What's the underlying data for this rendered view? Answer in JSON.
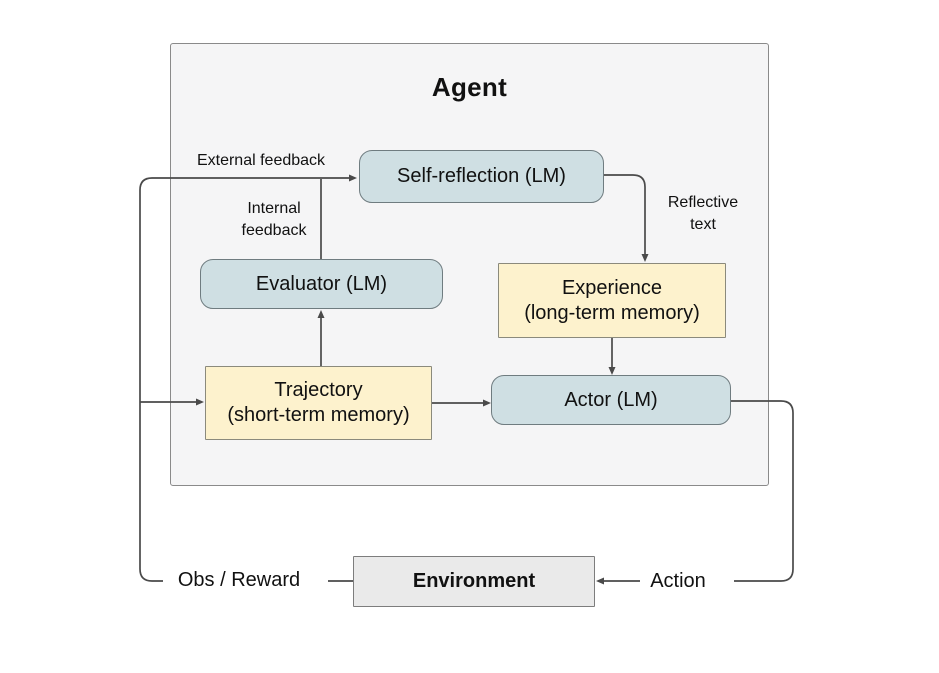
{
  "colors": {
    "background": "#ffffff",
    "agent_bg": "#f5f5f6",
    "agent_border": "#8a8a8a",
    "lm_box_fill": "#cfdfe3",
    "lm_box_border": "#6f7c80",
    "memory_box_fill": "#fdf2cd",
    "memory_box_border": "#8b8a7c",
    "environment_fill": "#eaeaea",
    "environment_border": "#7d7d7d",
    "line": "#4a4a4a",
    "text": "#111111"
  },
  "agent": {
    "title": "Agent"
  },
  "nodes": {
    "self_reflection": {
      "label": "Self-reflection (LM)"
    },
    "evaluator": {
      "label": "Evaluator (LM)"
    },
    "actor": {
      "label": "Actor (LM)"
    },
    "experience": {
      "line1": "Experience",
      "line2": "(long-term memory)"
    },
    "trajectory": {
      "line1": "Trajectory",
      "line2": "(short-term memory)"
    },
    "environment": {
      "label": "Environment"
    }
  },
  "edge_labels": {
    "external_feedback": "External feedback",
    "internal_feedback_line1": "Internal",
    "internal_feedback_line2": "feedback",
    "reflective_line1": "Reflective",
    "reflective_line2": "text",
    "obs_reward": "Obs / Reward",
    "action": "Action"
  },
  "edges": [
    {
      "from": "environment",
      "to": "self_reflection",
      "label": "Obs / Reward + External feedback"
    },
    {
      "from": "environment",
      "to": "trajectory",
      "label": "Obs / Reward"
    },
    {
      "from": "evaluator",
      "to": "self_reflection",
      "label": "Internal feedback"
    },
    {
      "from": "trajectory",
      "to": "evaluator",
      "label": ""
    },
    {
      "from": "trajectory",
      "to": "actor",
      "label": ""
    },
    {
      "from": "self_reflection",
      "to": "experience",
      "label": "Reflective text"
    },
    {
      "from": "experience",
      "to": "actor",
      "label": ""
    },
    {
      "from": "actor",
      "to": "environment",
      "label": "Action"
    }
  ]
}
